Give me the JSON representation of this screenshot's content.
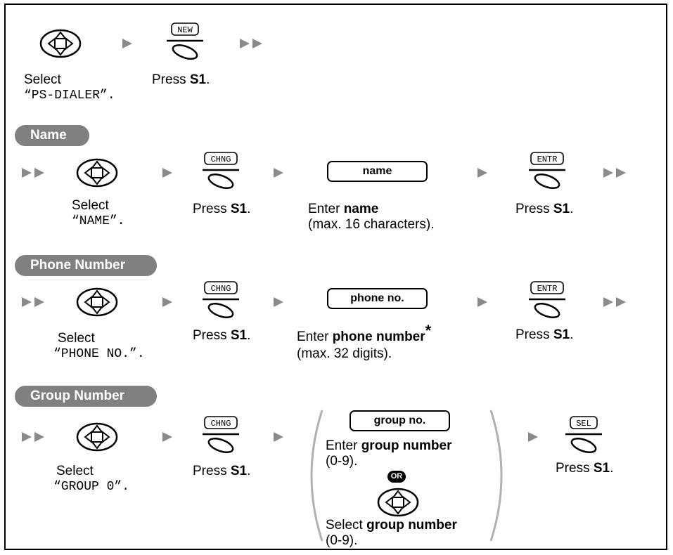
{
  "steps_top": {
    "select_label": "Select",
    "select_value": "“PS-DIALER”.",
    "press_label": "Press",
    "press_key": "S1",
    "press_end": ".",
    "softkey": "NEW"
  },
  "name_section": {
    "title": "Name",
    "select_label": "Select",
    "select_value": "“NAME”.",
    "softkey1": "CHNG",
    "press_label": "Press",
    "press_key": "S1",
    "press_end": ".",
    "field": "name",
    "enter_label": "Enter",
    "enter_value": "name",
    "enter_note": "(max. 16 characters).",
    "softkey2": "ENTR"
  },
  "phone_section": {
    "title": "Phone Number",
    "select_label": "Select",
    "select_value": "“PHONE NO.”.",
    "softkey1": "CHNG",
    "press_label": "Press",
    "press_key": "S1",
    "press_end": ".",
    "field": "phone no.",
    "enter_label": "Enter",
    "enter_value": "phone number",
    "asterisk": "*",
    "enter_note": "(max. 32 digits).",
    "softkey2": "ENTR"
  },
  "group_section": {
    "title": "Group Number",
    "select_label": "Select",
    "select_value": "“GROUP 0”.",
    "softkey1": "CHNG",
    "press_label": "Press",
    "press_key": "S1",
    "press_end": ".",
    "field": "group no.",
    "enter_label": "Enter",
    "enter_value": "group number",
    "enter_note": "(0-9).",
    "or_badge": "OR",
    "select2_label": "Select",
    "select2_value": "group number",
    "select2_note": "(0-9).",
    "softkey2": "SEL"
  },
  "icons": [
    "navigator-key-icon",
    "soft-key-icon",
    "arrow-right-icon",
    "double-arrow-right-icon"
  ]
}
